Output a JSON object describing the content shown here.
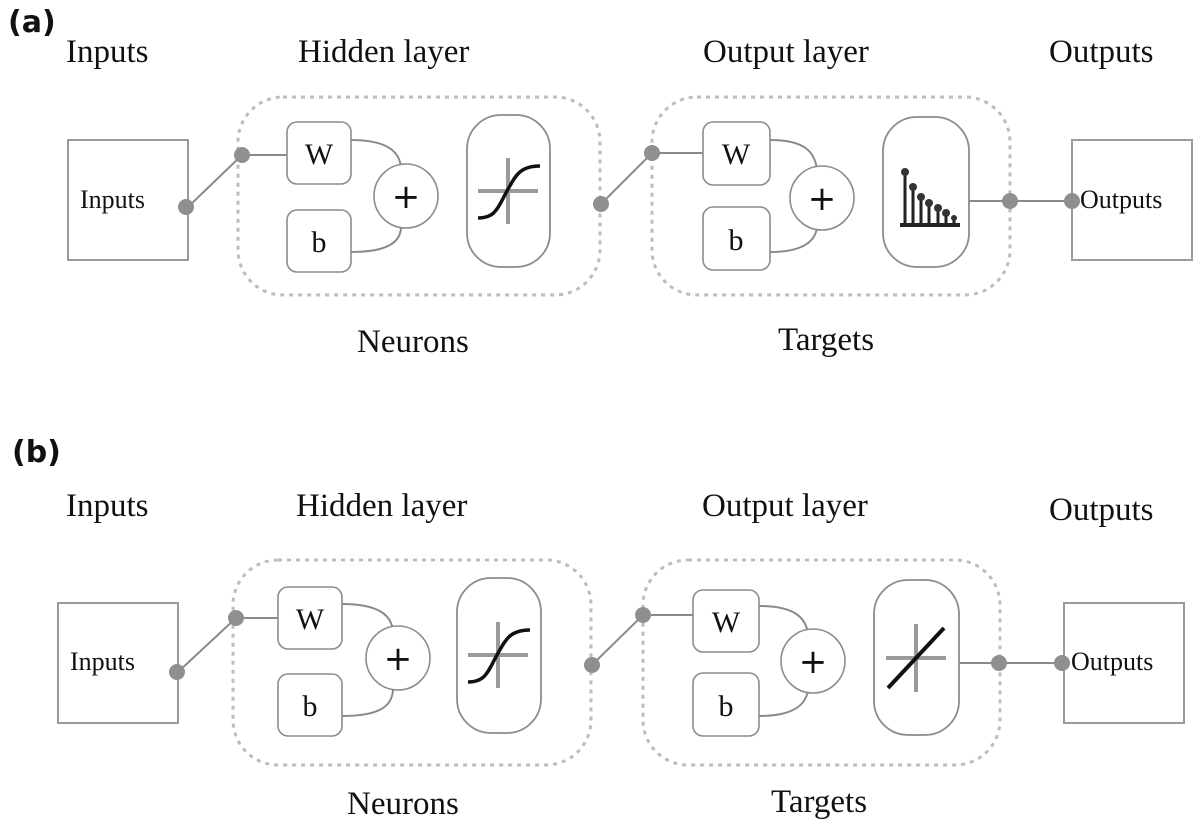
{
  "panels": [
    {
      "label": "(a)",
      "headings": {
        "inputs": "Inputs",
        "hidden": "Hidden layer",
        "output": "Output layer",
        "outputs": "Outputs"
      },
      "input_box": "Inputs",
      "output_box": "Outputs",
      "hidden": {
        "weight": "W",
        "bias": "b",
        "sum": "+",
        "transfer": "sigmoid"
      },
      "output": {
        "weight": "W",
        "bias": "b",
        "sum": "+",
        "transfer": "softmax"
      },
      "captions": {
        "hidden": "Neurons",
        "output": "Targets"
      }
    },
    {
      "label": "(b)",
      "headings": {
        "inputs": "Inputs",
        "hidden": "Hidden layer",
        "output": "Output layer",
        "outputs": "Outputs"
      },
      "input_box": "Inputs",
      "output_box": "Outputs",
      "hidden": {
        "weight": "W",
        "bias": "b",
        "sum": "+",
        "transfer": "sigmoid"
      },
      "output": {
        "weight": "W",
        "bias": "b",
        "sum": "+",
        "transfer": "linear"
      },
      "captions": {
        "hidden": "Neurons",
        "output": "Targets"
      }
    }
  ]
}
